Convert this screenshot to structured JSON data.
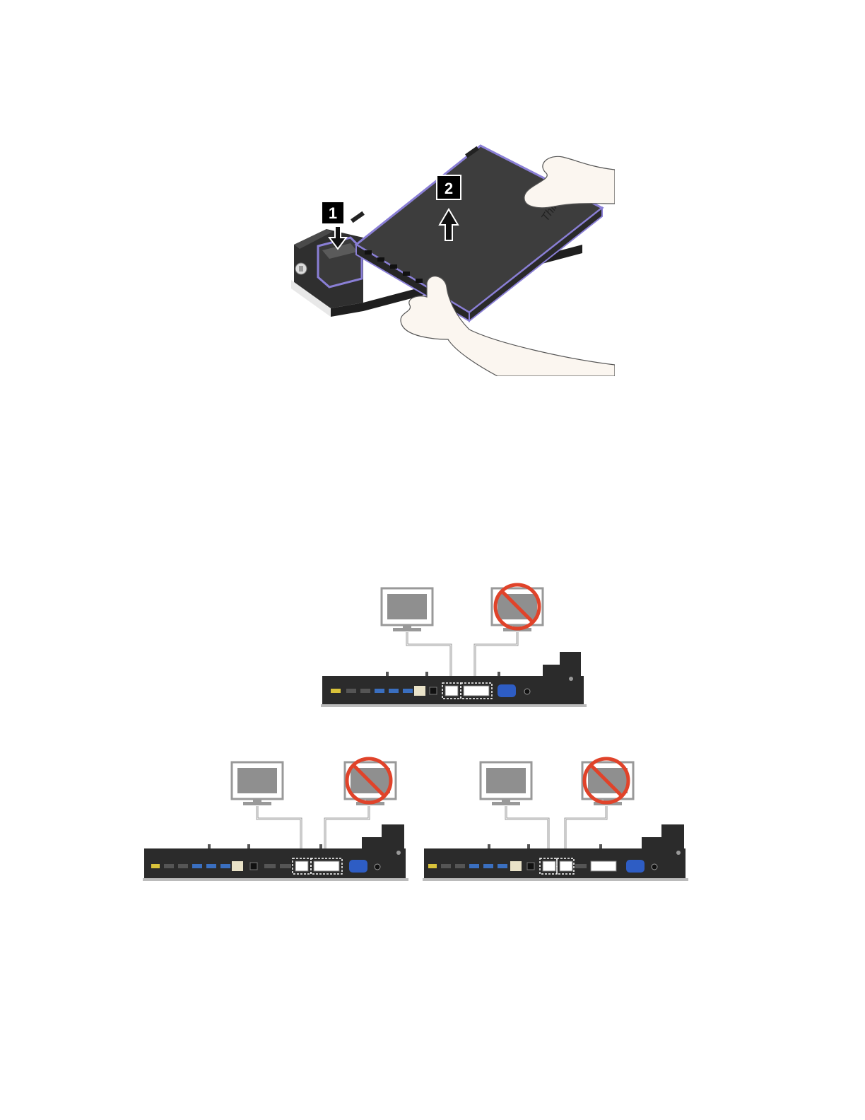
{
  "undock_figure": {
    "step_1_label": "1",
    "step_2_label": "2",
    "brand_text": "ThinkPad",
    "icons": [
      "laptop",
      "docking-station",
      "hand",
      "arrow-down",
      "arrow-up",
      "key-lock"
    ]
  },
  "monitor_diagrams": [
    {
      "variant": "dock-top",
      "ports_highlighted": [
        "displayport",
        "dvi"
      ],
      "icons": [
        "monitor-icon",
        "prohibited-monitor-icon"
      ]
    },
    {
      "variant": "dock-bottom-left",
      "ports_highlighted": [
        "displayport",
        "dvi"
      ],
      "icons": [
        "monitor-icon",
        "prohibited-monitor-icon"
      ]
    },
    {
      "variant": "dock-bottom-right",
      "ports_highlighted": [
        "displayport",
        "displayport"
      ],
      "icons": [
        "monitor-icon",
        "prohibited-monitor-icon"
      ]
    }
  ],
  "colors": {
    "laptop": "#3c3c3c",
    "outline": "#8a7fd6",
    "dock": "#2b2b2b",
    "monitor": "#9a9a9a",
    "prohibit": "#e0432a",
    "usb_blue": "#3a6fc0",
    "vga_blue": "#2e5dc4",
    "label_bg": "#000000"
  }
}
